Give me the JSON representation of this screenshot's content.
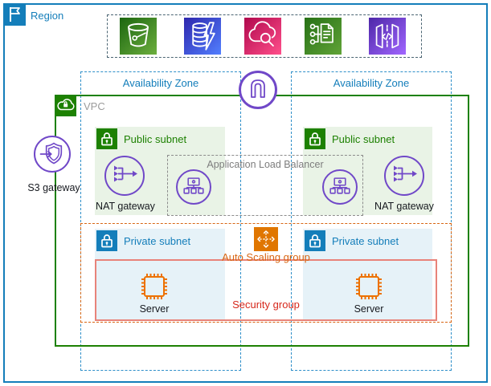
{
  "region": {
    "label": "Region"
  },
  "external_services": {
    "icons": [
      "s3-bucket",
      "dynamodb",
      "cloudwatch",
      "systems-manager",
      "api-gateway"
    ]
  },
  "availability_zones": [
    {
      "label": "Availability Zone"
    },
    {
      "label": "Availability Zone"
    }
  ],
  "vpc": {
    "label": "VPC"
  },
  "internet_gateway": {
    "icon": "internet-gateway"
  },
  "s3_gateway": {
    "label": "S3 gateway"
  },
  "public_subnets": [
    {
      "label": "Public subnet",
      "nat_gateway_label": "NAT gateway"
    },
    {
      "label": "Public subnet",
      "nat_gateway_label": "NAT gateway"
    }
  ],
  "load_balancer": {
    "label": "Application Load Balancer"
  },
  "auto_scaling_group": {
    "label": "Auto Scaling group"
  },
  "security_group": {
    "label": "Security group"
  },
  "private_subnets": [
    {
      "label": "Private subnet",
      "server_label": "Server"
    },
    {
      "label": "Private subnet",
      "server_label": "Server"
    }
  ],
  "colors": {
    "blue": "#147EBA",
    "az_border": "#2E8FC9",
    "green": "#1D8102",
    "public_fill": "#E9F3E6",
    "private_fill": "#E6F2F8",
    "purple": "#7048C8",
    "orange": "#D86613",
    "asg_tile": "#E07600",
    "chip_orange": "#ED7100",
    "security_border": "#E8837A",
    "security_text": "#D6281C",
    "gray": "#7D7D7D",
    "vpc_label": "#9B9B9B",
    "dark_text": "#16191F",
    "services_box_border": "#4A6472"
  }
}
